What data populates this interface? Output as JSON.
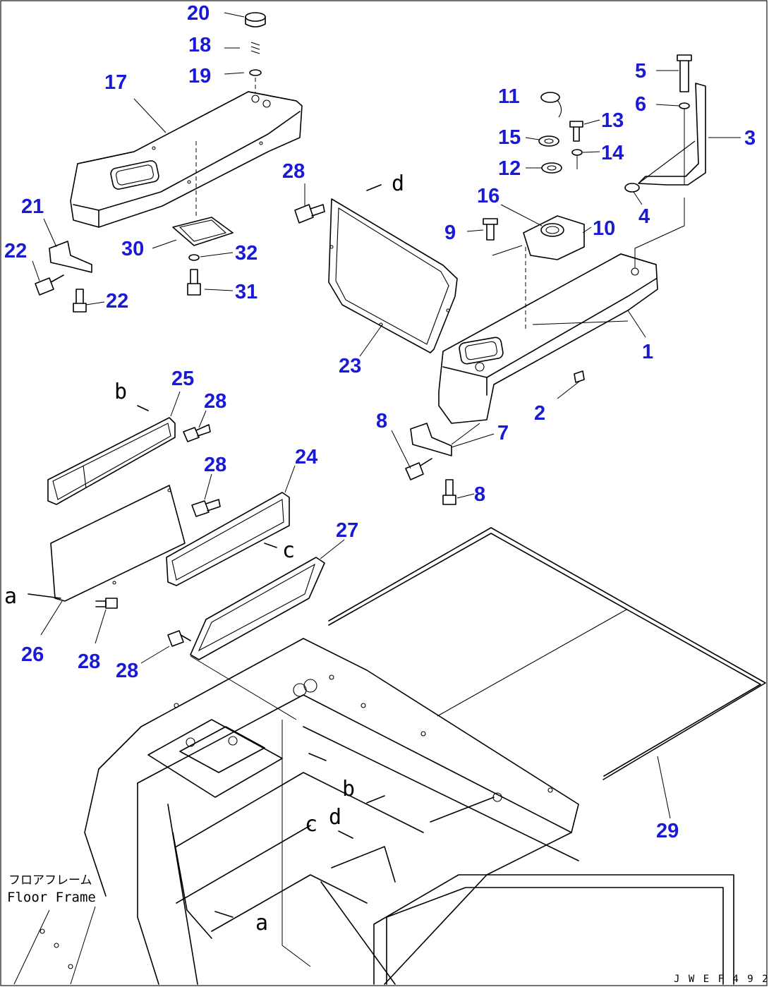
{
  "callouts": [
    {
      "id": "20",
      "label": "20"
    },
    {
      "id": "18",
      "label": "18"
    },
    {
      "id": "19",
      "label": "19"
    },
    {
      "id": "17",
      "label": "17"
    },
    {
      "id": "28a",
      "label": "28"
    },
    {
      "id": "21",
      "label": "21"
    },
    {
      "id": "22a",
      "label": "22"
    },
    {
      "id": "22b",
      "label": "22"
    },
    {
      "id": "30",
      "label": "30"
    },
    {
      "id": "32",
      "label": "32"
    },
    {
      "id": "31",
      "label": "31"
    },
    {
      "id": "5",
      "label": "5"
    },
    {
      "id": "6",
      "label": "6"
    },
    {
      "id": "3",
      "label": "3"
    },
    {
      "id": "11",
      "label": "11"
    },
    {
      "id": "13",
      "label": "13"
    },
    {
      "id": "15",
      "label": "15"
    },
    {
      "id": "14",
      "label": "14"
    },
    {
      "id": "12",
      "label": "12"
    },
    {
      "id": "16",
      "label": "16"
    },
    {
      "id": "4",
      "label": "4"
    },
    {
      "id": "9",
      "label": "9"
    },
    {
      "id": "10",
      "label": "10"
    },
    {
      "id": "1",
      "label": "1"
    },
    {
      "id": "23",
      "label": "23"
    },
    {
      "id": "2",
      "label": "2"
    },
    {
      "id": "8a",
      "label": "8"
    },
    {
      "id": "7",
      "label": "7"
    },
    {
      "id": "8b",
      "label": "8"
    },
    {
      "id": "25",
      "label": "25"
    },
    {
      "id": "28b",
      "label": "28"
    },
    {
      "id": "28c",
      "label": "28"
    },
    {
      "id": "24",
      "label": "24"
    },
    {
      "id": "27",
      "label": "27"
    },
    {
      "id": "26",
      "label": "26"
    },
    {
      "id": "28d",
      "label": "28"
    },
    {
      "id": "28e",
      "label": "28"
    },
    {
      "id": "29",
      "label": "29"
    }
  ],
  "reference_letters": {
    "d_top": "d",
    "b_top": "b",
    "c_mid": "c",
    "a_left": "a",
    "b_frame": "b",
    "d_frame": "d",
    "c_frame": "c",
    "a_frame": "a"
  },
  "floor_frame": {
    "label_jp": "フロアフレーム",
    "label_en": "Floor Frame"
  },
  "drawing_code": "J W E F 4 9 2",
  "colors": {
    "callout": "#1a1ad6",
    "line": "#000000",
    "background": "#ffffff"
  }
}
